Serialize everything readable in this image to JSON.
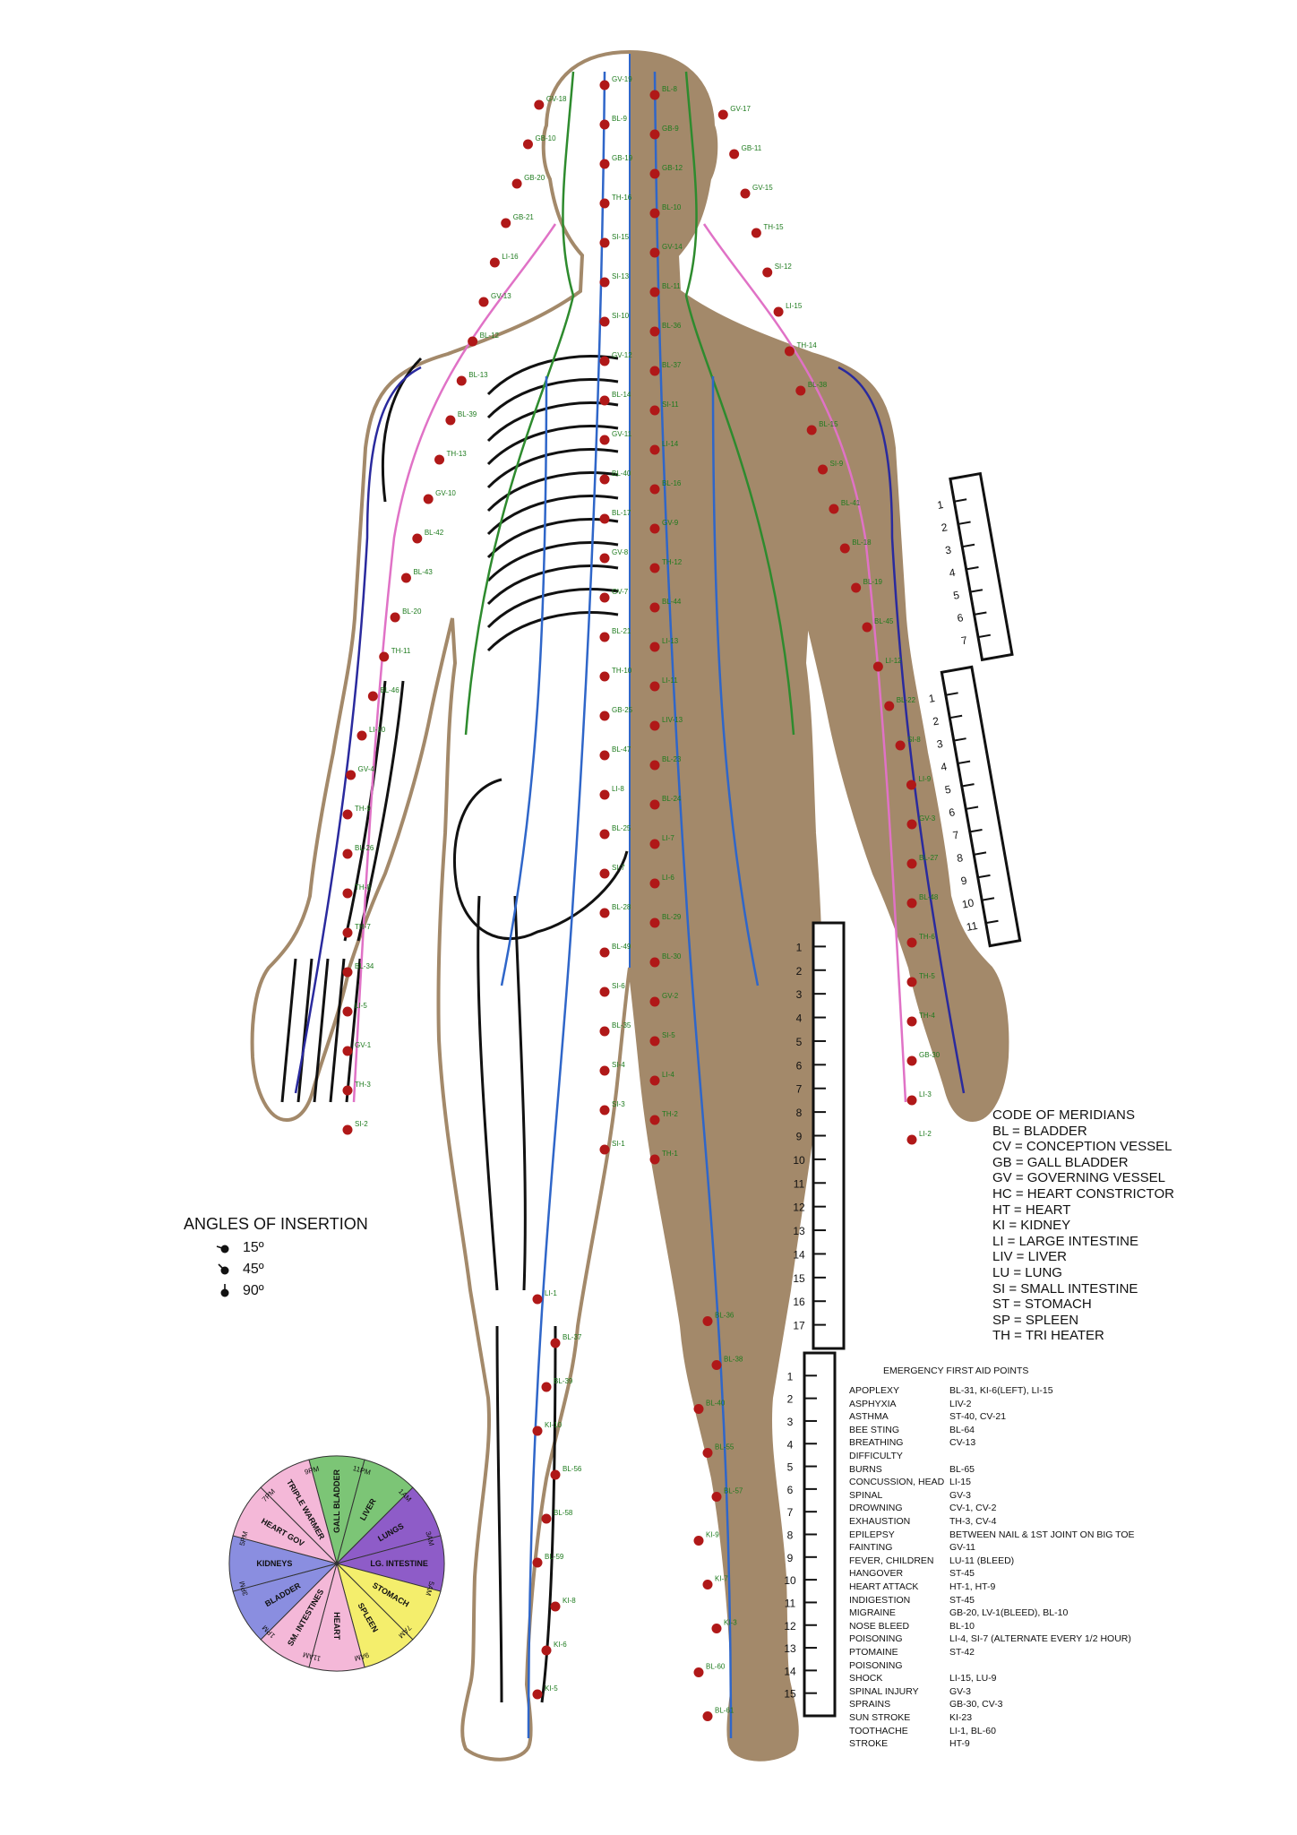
{
  "code_of_meridians": {
    "title": "CODE OF MERIDIANS",
    "items": [
      "BL = BLADDER",
      "CV = CONCEPTION VESSEL",
      "GB = GALL BLADDER",
      "GV = GOVERNING VESSEL",
      "HC = HEART CONSTRICTOR",
      "HT = HEART",
      "KI = KIDNEY",
      "LI = LARGE INTESTINE",
      "LIV = LIVER",
      "LU = LUNG",
      "SI = SMALL INTESTINE",
      "ST = STOMACH",
      "SP = SPLEEN",
      "TH = TRI HEATER"
    ]
  },
  "angles_of_insertion": {
    "title": "ANGLES OF INSERTION",
    "items": [
      "15º",
      "45º",
      "90º"
    ]
  },
  "emergency_first_aid": {
    "title": "EMERGENCY FIRST AID POINTS",
    "rows": [
      {
        "condition": "APOPLEXY",
        "points": "BL-31, KI-6(LEFT), LI-15"
      },
      {
        "condition": "ASPHYXIA",
        "points": "LIV-2"
      },
      {
        "condition": "ASTHMA",
        "points": "ST-40, CV-21"
      },
      {
        "condition": "BEE STING",
        "points": "BL-64"
      },
      {
        "condition": "BREATHING",
        "points": "CV-13"
      },
      {
        "condition": "DIFFICULTY",
        "points": ""
      },
      {
        "condition": "BURNS",
        "points": "BL-65"
      },
      {
        "condition": "CONCUSSION, HEAD",
        "points": "LI-15"
      },
      {
        "condition": "SPINAL",
        "points": "GV-3"
      },
      {
        "condition": "DROWNING",
        "points": "CV-1, CV-2"
      },
      {
        "condition": "EXHAUSTION",
        "points": "TH-3, CV-4"
      },
      {
        "condition": "EPILEPSY",
        "points": "BETWEEN NAIL & 1ST JOINT ON BIG TOE"
      },
      {
        "condition": "FAINTING",
        "points": "GV-11"
      },
      {
        "condition": "FEVER, CHILDREN",
        "points": "LU-11 (BLEED)"
      },
      {
        "condition": "HANGOVER",
        "points": "ST-45"
      },
      {
        "condition": "HEART ATTACK",
        "points": "HT-1, HT-9"
      },
      {
        "condition": "INDIGESTION",
        "points": "ST-45"
      },
      {
        "condition": "MIGRAINE",
        "points": "GB-20, LV-1(BLEED), BL-10"
      },
      {
        "condition": "NOSE BLEED",
        "points": "BL-10"
      },
      {
        "condition": "POISONING",
        "points": "LI-4, SI-7 (ALTERNATE EVERY 1/2 HOUR)"
      },
      {
        "condition": "PTOMAINE",
        "points": "ST-42"
      },
      {
        "condition": "POISONING",
        "points": ""
      },
      {
        "condition": "SHOCK",
        "points": "LI-15, LU-9"
      },
      {
        "condition": "SPINAL INJURY",
        "points": "GV-3"
      },
      {
        "condition": "SPRAINS",
        "points": "GB-30, CV-3"
      },
      {
        "condition": "SUN STROKE",
        "points": "KI-23"
      },
      {
        "condition": "TOOTHACHE",
        "points": "LI-1, BL-60"
      },
      {
        "condition": "STROKE",
        "points": "HT-9"
      }
    ]
  },
  "organ_clock": {
    "segments": [
      {
        "organ": "GALL BLADDER",
        "color": "#7cc576"
      },
      {
        "organ": "LIVER",
        "color": "#7cc576"
      },
      {
        "organ": "LUNGS",
        "color": "#8e5cc8"
      },
      {
        "organ": "LG. INTESTINE",
        "color": "#8e5cc8"
      },
      {
        "organ": "STOMACH",
        "color": "#f4ee6c"
      },
      {
        "organ": "SPLEEN",
        "color": "#f4ee6c"
      },
      {
        "organ": "HEART",
        "color": "#f4b8d8"
      },
      {
        "organ": "SM. INTESTINES",
        "color": "#f4b8d8"
      },
      {
        "organ": "BLADDER",
        "color": "#8a8ee0"
      },
      {
        "organ": "KIDNEYS",
        "color": "#8a8ee0"
      },
      {
        "organ": "HEART GOV",
        "color": "#f4b8d8"
      },
      {
        "organ": "TRIPLE WARMER",
        "color": "#f4b8d8"
      }
    ],
    "times": [
      "11PM",
      "1AM",
      "3AM",
      "5AM",
      "7AM",
      "9AM",
      "11AM",
      "1PM",
      "3PM",
      "5PM",
      "7PM",
      "9PM"
    ]
  },
  "rulers": {
    "upper_arm": [
      "1",
      "2",
      "3",
      "4",
      "5",
      "6",
      "7"
    ],
    "forearm": [
      "1",
      "2",
      "3",
      "4",
      "5",
      "6",
      "7",
      "8",
      "9",
      "10",
      "11"
    ],
    "thigh": [
      "1",
      "2",
      "3",
      "4",
      "5",
      "6",
      "7",
      "8",
      "9",
      "10",
      "11",
      "12",
      "13",
      "14",
      "15",
      "16",
      "17"
    ],
    "leg": [
      "1",
      "2",
      "3",
      "4",
      "5",
      "6",
      "7",
      "8",
      "9",
      "10",
      "11",
      "12",
      "13",
      "14",
      "15"
    ]
  },
  "colors": {
    "skin": "#a3896a",
    "bladder_line": "#2f66c9",
    "gall_bladder_line": "#2e8b2e",
    "tri_heater_line": "#e072c6",
    "large_intestine_line": "#2a2a9e",
    "point": "#b01818",
    "label": "#1e7b1e"
  },
  "point_labels": [
    {
      "label": "GV-19"
    },
    {
      "label": "BL-8"
    },
    {
      "label": "GV-18"
    },
    {
      "label": "GV-17"
    },
    {
      "label": "BL-9"
    },
    {
      "label": "GB-9"
    },
    {
      "label": "GB-10"
    },
    {
      "label": "GB-11"
    },
    {
      "label": "GB-19"
    },
    {
      "label": "GB-12"
    },
    {
      "label": "GB-20"
    },
    {
      "label": "GV-15"
    },
    {
      "label": "TH-16"
    },
    {
      "label": "BL-10"
    },
    {
      "label": "GB-21"
    },
    {
      "label": "TH-15"
    },
    {
      "label": "SI-15"
    },
    {
      "label": "GV-14"
    },
    {
      "label": "LI-16"
    },
    {
      "label": "SI-12"
    },
    {
      "label": "SI-13"
    },
    {
      "label": "BL-11"
    },
    {
      "label": "GV-13"
    },
    {
      "label": "LI-15"
    },
    {
      "label": "SI-10"
    },
    {
      "label": "BL-36"
    },
    {
      "label": "BL-12"
    },
    {
      "label": "TH-14"
    },
    {
      "label": "GV-12"
    },
    {
      "label": "BL-37"
    },
    {
      "label": "BL-13"
    },
    {
      "label": "BL-38"
    },
    {
      "label": "BL-14"
    },
    {
      "label": "SI-11"
    },
    {
      "label": "BL-39"
    },
    {
      "label": "BL-15"
    },
    {
      "label": "GV-11"
    },
    {
      "label": "LI-14"
    },
    {
      "label": "TH-13"
    },
    {
      "label": "SI-9"
    },
    {
      "label": "BL-40"
    },
    {
      "label": "BL-16"
    },
    {
      "label": "GV-10"
    },
    {
      "label": "BL-41"
    },
    {
      "label": "BL-17"
    },
    {
      "label": "GV-9"
    },
    {
      "label": "BL-42"
    },
    {
      "label": "BL-18"
    },
    {
      "label": "GV-8"
    },
    {
      "label": "TH-12"
    },
    {
      "label": "BL-43"
    },
    {
      "label": "BL-19"
    },
    {
      "label": "GV-7"
    },
    {
      "label": "BL-44"
    },
    {
      "label": "BL-20"
    },
    {
      "label": "BL-45"
    },
    {
      "label": "BL-21"
    },
    {
      "label": "LI-13"
    },
    {
      "label": "TH-11"
    },
    {
      "label": "LI-12"
    },
    {
      "label": "TH-10"
    },
    {
      "label": "LI-11"
    },
    {
      "label": "BL-46"
    },
    {
      "label": "BL-22"
    },
    {
      "label": "GB-25"
    },
    {
      "label": "LIV-13"
    },
    {
      "label": "LI-10"
    },
    {
      "label": "SI-8"
    },
    {
      "label": "BL-47"
    },
    {
      "label": "BL-23"
    },
    {
      "label": "GV-4"
    },
    {
      "label": "LI-9"
    },
    {
      "label": "LI-8"
    },
    {
      "label": "BL-24"
    },
    {
      "label": "TH-9"
    },
    {
      "label": "GV-3"
    },
    {
      "label": "BL-25"
    },
    {
      "label": "LI-7"
    },
    {
      "label": "BL-26"
    },
    {
      "label": "BL-27"
    },
    {
      "label": "SI-7"
    },
    {
      "label": "LI-6"
    },
    {
      "label": "TH-8"
    },
    {
      "label": "BL-48"
    },
    {
      "label": "BL-28"
    },
    {
      "label": "BL-29"
    },
    {
      "label": "TH-7"
    },
    {
      "label": "TH-6"
    },
    {
      "label": "BL-49"
    },
    {
      "label": "BL-30"
    },
    {
      "label": "BL-34"
    },
    {
      "label": "TH-5"
    },
    {
      "label": "SI-6"
    },
    {
      "label": "GV-2"
    },
    {
      "label": "LI-5"
    },
    {
      "label": "TH-4"
    },
    {
      "label": "BL-35"
    },
    {
      "label": "SI-5"
    },
    {
      "label": "GV-1"
    },
    {
      "label": "GB-30"
    },
    {
      "label": "SI-4"
    },
    {
      "label": "LI-4"
    },
    {
      "label": "TH-3"
    },
    {
      "label": "LI-3"
    },
    {
      "label": "SI-3"
    },
    {
      "label": "TH-2"
    },
    {
      "label": "SI-2"
    },
    {
      "label": "LI-2"
    },
    {
      "label": "SI-1"
    },
    {
      "label": "TH-1"
    },
    {
      "label": "LI-1"
    },
    {
      "label": "BL-36"
    },
    {
      "label": "BL-37"
    },
    {
      "label": "BL-38"
    },
    {
      "label": "BL-39"
    },
    {
      "label": "BL-40"
    },
    {
      "label": "KI-10"
    },
    {
      "label": "BL-55"
    },
    {
      "label": "BL-56"
    },
    {
      "label": "BL-57"
    },
    {
      "label": "BL-58"
    },
    {
      "label": "KI-9"
    },
    {
      "label": "BL-59"
    },
    {
      "label": "KI-7"
    },
    {
      "label": "KI-8"
    },
    {
      "label": "KI-3"
    },
    {
      "label": "KI-6"
    },
    {
      "label": "BL-60"
    },
    {
      "label": "KI-5"
    },
    {
      "label": "BL-61"
    }
  ]
}
